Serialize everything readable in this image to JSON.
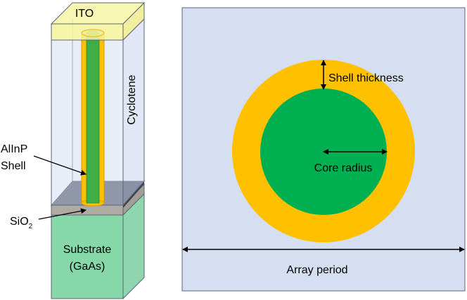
{
  "left_diagram": {
    "ito_label": "ITO",
    "cyclotene_label": "Cyclotene",
    "shell_label_line1": "AlInP",
    "shell_label_line2": "Shell",
    "sio2_label_main": "SiO",
    "sio2_label_sub": "2",
    "substrate_label_line1": "Substrate",
    "substrate_label_line2": "(GaAs)"
  },
  "right_diagram": {
    "shell_thickness_label": "Shell thickness",
    "core_radius_label": "Core radius",
    "array_period_label": "Array period"
  },
  "colors": {
    "ito": "#f6f39a",
    "cyclotene": "#d5def2",
    "shell": "#ffc000",
    "core": "#00b050",
    "substrate": "#86d8a9",
    "sio2": "#b0aaa4",
    "dark_layer": "#3b4150",
    "cell_background": "#d6def2",
    "outline": "#5a6678"
  }
}
